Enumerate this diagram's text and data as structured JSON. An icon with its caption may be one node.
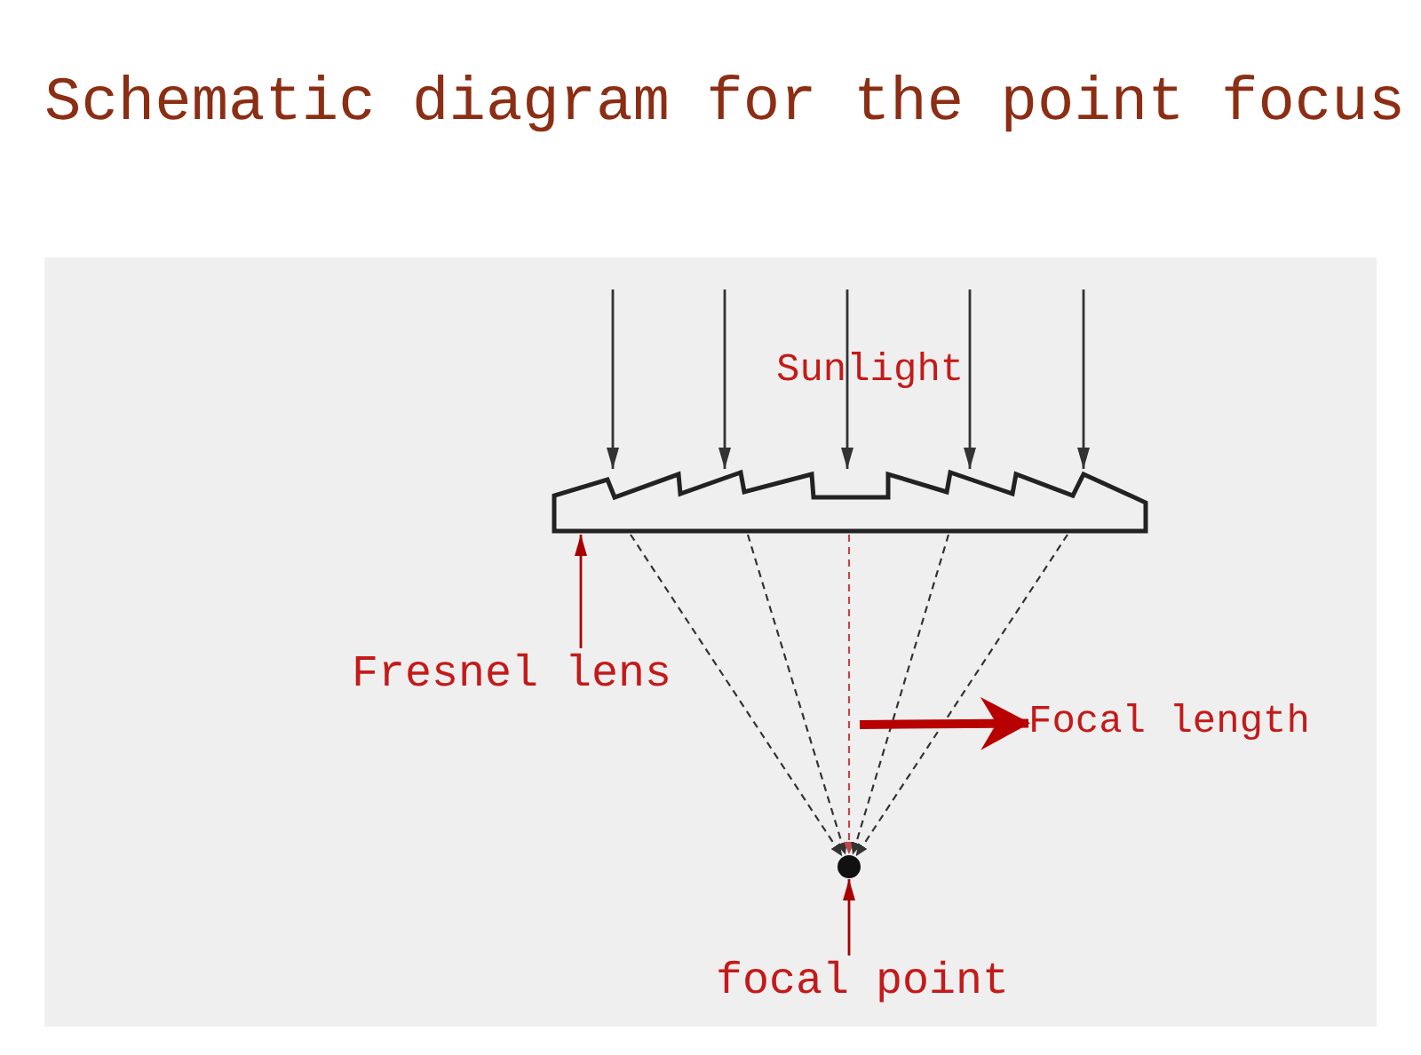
{
  "diagram": {
    "title": "Schematic diagram for the point focus",
    "nodes": [
      {
        "text": [],
        "shape": "lens"
      },
      {
        "text": [
          "Fresnel lens"
        ]
      },
      {
        "text": [
          "Focal length"
        ]
      },
      {
        "text": [],
        "shape": "circle"
      },
      {
        "text": [
          "focal point"
        ]
      }
    ],
    "edges": [
      {
        "from": null,
        "to": 0,
        "arrow": "to"
      },
      {
        "from": null,
        "to": 0,
        "arrow": "to"
      },
      {
        "from": null,
        "to": 0,
        "arrow": "to"
      },
      {
        "from": null,
        "to": 0,
        "arrow": "to"
      },
      {
        "from": null,
        "to": 0,
        "arrow": "to"
      },
      {
        "from": 0,
        "to": 3,
        "arrow": "to",
        "style": "dashed"
      },
      {
        "from": 0,
        "to": 3,
        "arrow": "to",
        "style": "dashed"
      },
      {
        "from": 0,
        "to": 3,
        "arrow": "to",
        "style": "dashed",
        "color": "#c04848"
      },
      {
        "from": 0,
        "to": 3,
        "arrow": "to",
        "style": "dashed"
      },
      {
        "from": 0,
        "to": 3,
        "arrow": "to",
        "style": "dashed"
      },
      {
        "from": 1,
        "to": 0,
        "arrow": "to",
        "color": "#a80000"
      },
      {
        "from": null,
        "to": 2,
        "arrow": "to",
        "style": "thick",
        "color": "#b80000"
      },
      {
        "from": 4,
        "to": 3,
        "arrow": "to",
        "color": "#a80000"
      }
    ],
    "labels": [
      "Sunlight"
    ]
  }
}
